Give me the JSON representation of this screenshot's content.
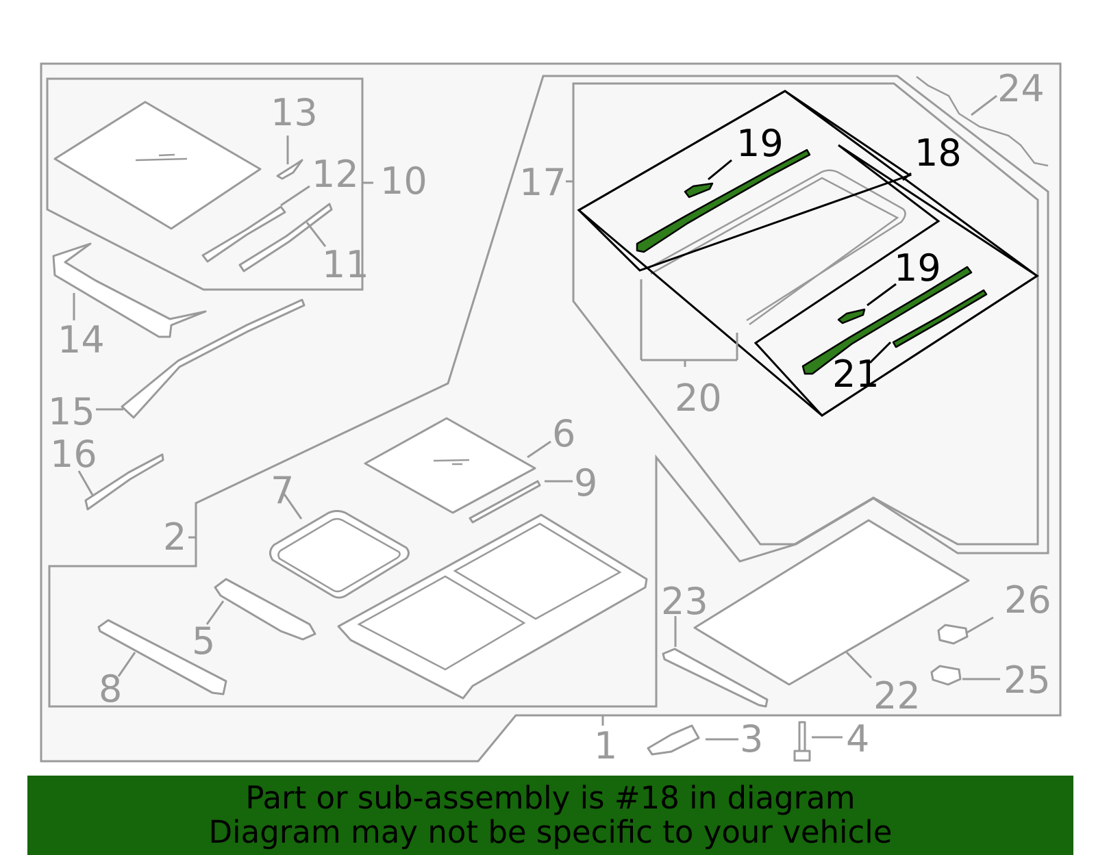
{
  "callouts": {
    "c1": "1",
    "c2": "2",
    "c3": "3",
    "c4": "4",
    "c5": "5",
    "c6": "6",
    "c7": "7",
    "c8": "8",
    "c9": "9",
    "c10": "10",
    "c11": "11",
    "c12": "12",
    "c13": "13",
    "c14": "14",
    "c15": "15",
    "c16": "16",
    "c17": "17",
    "c18": "18",
    "c19a": "19",
    "c19b": "19",
    "c20": "20",
    "c21": "21",
    "c22": "22",
    "c23": "23",
    "c24": "24",
    "c25": "25",
    "c26": "26"
  },
  "highlighted_part": "18",
  "colors": {
    "highlight": "#2f7d1b",
    "banner": "#16660b",
    "linework": "#9a9a9a"
  },
  "banner": {
    "line1": "Part or sub-assembly is #18 in diagram",
    "line2": "Diagram may not be specific to your vehicle"
  }
}
